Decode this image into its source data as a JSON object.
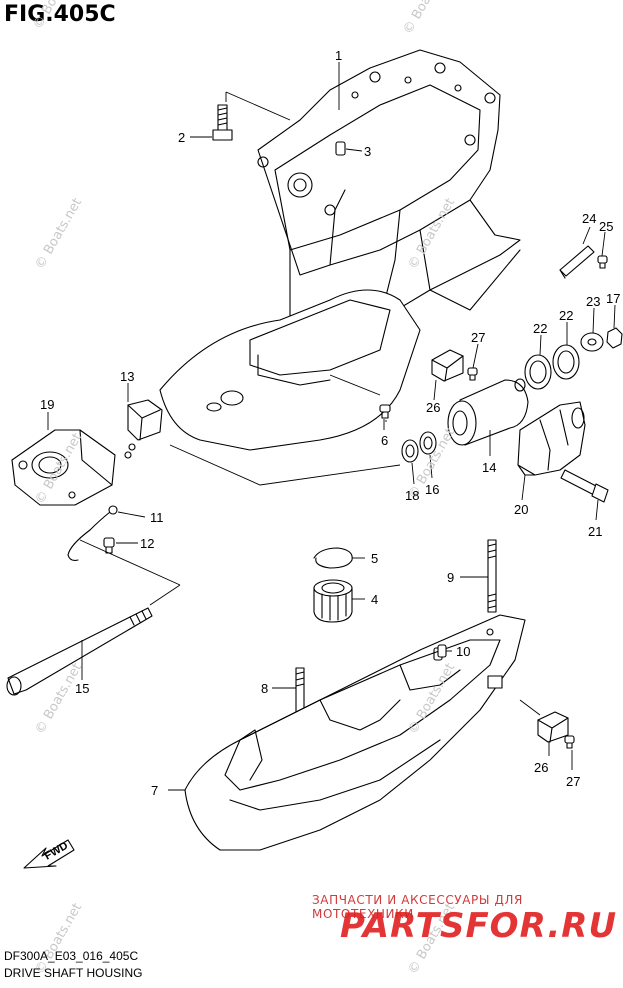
{
  "figure_title": "FIG.405C",
  "footer": {
    "model_code": "DF300A_E03_016_405C",
    "assembly_name": "DRIVE SHAFT HOUSING"
  },
  "watermark": {
    "text": "© Boats.net",
    "tagline": "ЗАПЧАСТИ И АКСЕССУАРЫ ДЛЯ МОТОТЕХНИКИ",
    "brand": "PARTSFOR.RU"
  },
  "direction_label": "FWD",
  "callouts": [
    "1",
    "2",
    "3",
    "4",
    "5",
    "6",
    "7",
    "8",
    "9",
    "10",
    "11",
    "12",
    "13",
    "14",
    "15",
    "16",
    "17",
    "18",
    "19",
    "20",
    "21",
    "22",
    "22",
    "23",
    "24",
    "25",
    "26",
    "26",
    "27",
    "27"
  ],
  "colors": {
    "line": "#000000",
    "watermark_gray": "#c8c8c8",
    "brand_red": "#e02020"
  }
}
